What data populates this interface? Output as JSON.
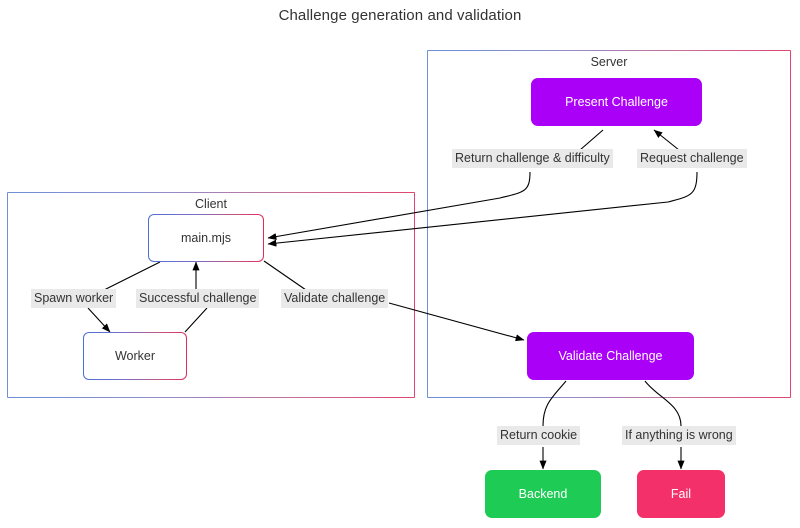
{
  "title": "Challenge generation and validation",
  "colors": {
    "purple": "#aa00f7",
    "green": "#1ecc55",
    "pink": "#f4306a",
    "label_bg": "#e9e9e9",
    "border_gradient_start": "#4b6fd6",
    "border_gradient_end": "#e02a5c",
    "text": "#333333",
    "edge_stroke": "#000000",
    "background": "#ffffff"
  },
  "groups": [
    {
      "id": "server",
      "label": "Server"
    },
    {
      "id": "client",
      "label": "Client"
    }
  ],
  "nodes": [
    {
      "id": "present-challenge",
      "label": "Present Challenge",
      "style": "purple"
    },
    {
      "id": "main-mjs",
      "label": "main.mjs",
      "style": "plain"
    },
    {
      "id": "worker",
      "label": "Worker",
      "style": "plain"
    },
    {
      "id": "validate-challenge",
      "label": "Validate Challenge",
      "style": "purple"
    },
    {
      "id": "backend",
      "label": "Backend",
      "style": "green"
    },
    {
      "id": "fail",
      "label": "Fail",
      "style": "pink"
    }
  ],
  "edge_labels": [
    {
      "id": "return-challenge-difficulty",
      "label": "Return challenge & difficulty"
    },
    {
      "id": "request-challenge",
      "label": "Request challenge"
    },
    {
      "id": "spawn-worker",
      "label": "Spawn worker"
    },
    {
      "id": "successful-challenge",
      "label": "Successful challenge"
    },
    {
      "id": "validate-challenge-label",
      "label": "Validate challenge"
    },
    {
      "id": "return-cookie",
      "label": "Return cookie"
    },
    {
      "id": "if-anything-is-wrong",
      "label": "If anything is wrong"
    }
  ],
  "edges": [
    {
      "from": "present-challenge",
      "to": "main-mjs",
      "label": "Return challenge & difficulty"
    },
    {
      "from": "main-mjs",
      "to": "present-challenge",
      "label": "Request challenge"
    },
    {
      "from": "main-mjs",
      "to": "worker",
      "label": "Spawn worker"
    },
    {
      "from": "worker",
      "to": "main-mjs",
      "label": "Successful challenge"
    },
    {
      "from": "main-mjs",
      "to": "validate-challenge",
      "label": "Validate challenge"
    },
    {
      "from": "validate-challenge",
      "to": "backend",
      "label": "Return cookie"
    },
    {
      "from": "validate-challenge",
      "to": "fail",
      "label": "If anything is wrong"
    }
  ]
}
